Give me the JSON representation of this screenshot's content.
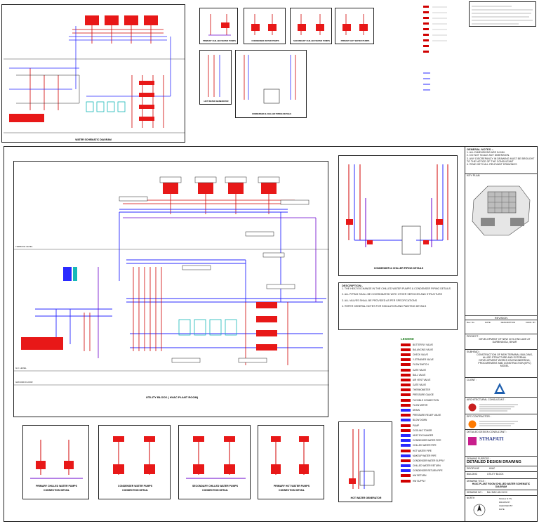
{
  "top_sheet": {
    "schematic_caption": "WATER SCHEMATIC DIAGRAM",
    "details": [
      {
        "caption": "PRIMARY CHILLED WATER PUMPS"
      },
      {
        "caption": "CONDENSER WATER PUMPS"
      },
      {
        "caption": "SECONDARY CHILLED WATER PUMPS"
      },
      {
        "caption": "PRIMARY HOT WATER PUMPS"
      }
    ],
    "condenser_caption": "CONDENSER & CHILLER PIPING DETAILS",
    "generator_caption": "HOT WATER GENERATOR"
  },
  "main": {
    "plant_caption": "UTILITY BLOCK ( HVAC PLANT ROOM)",
    "levels": [
      "TERRACE LEVEL",
      "G.F. LEVEL",
      "GROUND FLOOR"
    ],
    "condenser_detail_caption": "CONDENSER & CHILLER PIPING DETAILS",
    "description_title": "DESCRIPTION:-",
    "description_lines": [
      "1. THE HEAT EXCHANGE IN THE CHILLED WATER PUMPS & CONDENSER PIPING DETAILS",
      "2. ALL PIPING SHALL BE COORDINATED WITH OTHER SERVICES AND STRUCTURE",
      "3. ALL VALVES SHALL BE PROVIDED AS PER SPECIFICATIONS",
      "4. REFER GENERAL NOTES FOR INSULATION AND PAINTING DETAILS"
    ],
    "pump_details": [
      {
        "title": "PRIMARY CHILLED WATER PUMPS",
        "sub": "CONNECTION DETAIL"
      },
      {
        "title": "CONDENSER WATER PUMPS",
        "sub": "CONNECTION DETAIL"
      },
      {
        "title": "SECONDARY CHILLED WATER PUMPS",
        "sub": "CONNECTION DETAIL"
      },
      {
        "title": "PRIMARY HOT WATER PUMPS",
        "sub": "CONNECTION DETAIL"
      }
    ],
    "generator_caption": "HOT WATER GENERATOR"
  },
  "legend": {
    "title": "LEGEND",
    "items": [
      {
        "label": "BUTTERFLY VALVE",
        "color": "#d00000"
      },
      {
        "label": "BALANCING VALVE",
        "color": "#d00000"
      },
      {
        "label": "CHECK VALVE",
        "color": "#d00000"
      },
      {
        "label": "Y-STRAINER VALVE",
        "color": "#d00000"
      },
      {
        "label": "FLOW SWITCH",
        "color": "#d00000"
      },
      {
        "label": "GATE VALVE",
        "color": "#d00000"
      },
      {
        "label": "BALL VALVE",
        "color": "#d00000"
      },
      {
        "label": "AIR VENT VALVE",
        "color": "#d00000"
      },
      {
        "label": "GATE VALVE",
        "color": "#d00000"
      },
      {
        "label": "THERMOMETER",
        "color": "#d00000"
      },
      {
        "label": "PRESSURE GAUGE",
        "color": "#d00000"
      },
      {
        "label": "FLEXIBLE CONNECTION",
        "color": "#d00000"
      },
      {
        "label": "FLOW METER",
        "color": "#d00000"
      },
      {
        "label": "DRAIN",
        "color": "#2a2aff"
      },
      {
        "label": "PRESSURE RELIEF VALVE",
        "color": "#d00000"
      },
      {
        "label": "BLOW DOWN",
        "color": "#2a2aff"
      },
      {
        "label": "PUMP",
        "color": "#d00000"
      },
      {
        "label": "COOLING TOWER",
        "color": "#d00000"
      },
      {
        "label": "HEAT EXCHANGER",
        "color": "#2a2aff"
      },
      {
        "label": "CONDENSER WATER PIPE",
        "color": "#2a2aff"
      },
      {
        "label": "CHILLED WATER PIPE",
        "color": "#2a2aff"
      },
      {
        "label": "HOT WATER PIPE",
        "color": "#d00000"
      },
      {
        "label": "MAKEUP WATER PIPE",
        "color": "#2a2aff"
      },
      {
        "label": "CONDENSER WATER SUPPLY",
        "color": "#d00000"
      },
      {
        "label": "CHILLED WATER RETURN",
        "color": "#2a2aff"
      },
      {
        "label": "CONDENSER RETURN PIPE",
        "color": "#2a2aff"
      },
      {
        "label": "HW RETURN",
        "color": "#d00000"
      },
      {
        "label": "HW SUPPLY",
        "color": "#d00000"
      }
    ]
  },
  "title_block": {
    "general_notes_title": "GENERAL NOTES :-",
    "general_notes": [
      "1. ALL DIMENSIONS ARE IN MM.",
      "2. DO NOT SCALE ANY DIMENSION.",
      "3. ANY DISCREPANCY IN DRAWING MUST BE BROUGHT TO THE NOTICE OF THE CONSULTANT",
      "4. READ WITH ALL RELEVANT DRAWINGS"
    ],
    "key_plan_label": "KEY PLAN",
    "revision_label": "REVISION",
    "revision_cols": [
      "Rev. No.",
      "DATE",
      "DESCRIPTION",
      "CHKD. BY"
    ],
    "project_label": "PROJECT :",
    "project_text": "DEVELOPMENT OF NEW CIVIL ENCLAVE AT DARBHANGA, BIHAR",
    "subhead_label": "SUBHEAD :",
    "subhead_text": "CONSTRUCTION OF NEW TERMINAL BUILDING, ALLIED STRUCTURE AND EXTERNAL DEVELOPMENT WORKS ON ENGINEERING, PROCUREMENT AND CONSTRUCTION (EPC) MODEL",
    "client_label": "CLIENT :",
    "architect_label": "ARCHITECTURAL CONSULTANT :",
    "epc_label": "EPC CONTRACTOR :",
    "detail_consultant_label": "DETAILED DESIGN CONSULTANT :",
    "consultant_name": "STHAPATI",
    "purpose_label": "DRAWING PURPOSE :",
    "purpose_value": "DETAILED DESIGN DRAWING",
    "discipline_label": "DISCIPLINE",
    "discipline_value": "HVAC",
    "building_label": "BUILDING",
    "building_value": "UTILITY BLOCK",
    "title_label": "DRAWING TITLE :",
    "title_value": "HVAC PLANT ROOM CHILLED WATER SCHEMATIC DIAGRAM",
    "drawing_no_label": "DRAWING NO :",
    "drawing_no_value": "DA-HVAC-UB-XXXX",
    "north_label": "NORTH",
    "scale_label": "SCALE",
    "scale_value": "N.T.S.",
    "drawn_label": "DRAWN BY",
    "checked_label": "CHECKED BY",
    "date_label": "DATE"
  }
}
